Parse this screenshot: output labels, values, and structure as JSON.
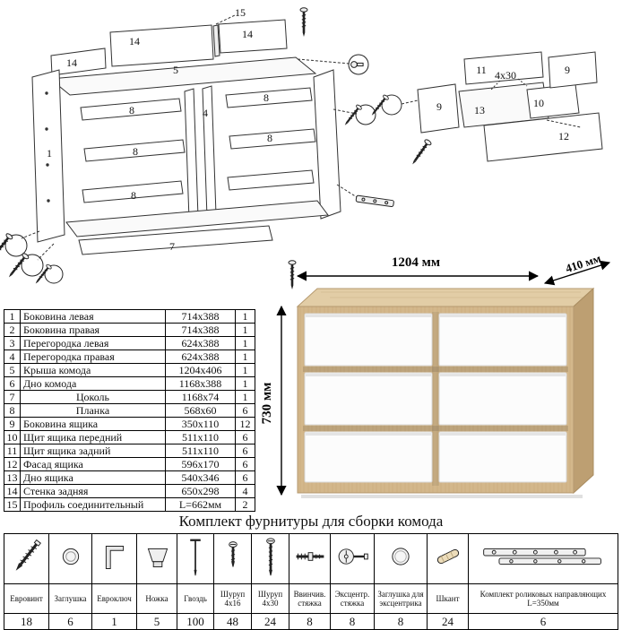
{
  "diagram": {
    "callouts": {
      "p15": "15",
      "p14a": "14",
      "p14b": "14",
      "p14c": "14",
      "p5": "5",
      "p1": "1",
      "p4": "4",
      "p8a": "8",
      "p8b": "8",
      "p8c": "8",
      "p8d": "8",
      "p8e": "8",
      "p7": "7",
      "p9a": "9",
      "p9b": "9",
      "p10": "10",
      "p11": "11",
      "p12": "12",
      "p13": "13",
      "screw_size": "4x30"
    }
  },
  "parts_table": {
    "rows": [
      {
        "num": "1",
        "name": "Боковина левая",
        "size": "714x388",
        "qty": "1"
      },
      {
        "num": "2",
        "name": "Боковина правая",
        "size": "714x388",
        "qty": "1"
      },
      {
        "num": "3",
        "name": "Перегородка левая",
        "size": "624x388",
        "qty": "1"
      },
      {
        "num": "4",
        "name": "Перегородка правая",
        "size": "624x388",
        "qty": "1"
      },
      {
        "num": "5",
        "name": "Крыша комода",
        "size": "1204x406",
        "qty": "1"
      },
      {
        "num": "6",
        "name": "Дно комода",
        "size": "1168x388",
        "qty": "1"
      },
      {
        "num": "7",
        "name": "Цоколь",
        "size": "1168x74",
        "qty": "1"
      },
      {
        "num": "8",
        "name": "Планка",
        "size": "568x60",
        "qty": "6"
      },
      {
        "num": "9",
        "name": "Боковина ящика",
        "size": "350x110",
        "qty": "12"
      },
      {
        "num": "10",
        "name": "Щит ящика передний",
        "size": "511x110",
        "qty": "6"
      },
      {
        "num": "11",
        "name": "Щит ящика задний",
        "size": "511x110",
        "qty": "6"
      },
      {
        "num": "12",
        "name": "Фасад ящика",
        "size": "596x170",
        "qty": "6"
      },
      {
        "num": "13",
        "name": "Дно ящика",
        "size": "540x346",
        "qty": "6"
      },
      {
        "num": "14",
        "name": "Стенка задняя",
        "size": "650x298",
        "qty": "4"
      },
      {
        "num": "15",
        "name": "Профиль соединительный",
        "size": "L=662мм",
        "qty": "2"
      }
    ]
  },
  "dimensions": {
    "width": "1204 мм",
    "depth": "410 мм",
    "height": "730 мм"
  },
  "colors": {
    "oak_front": "#d3b78b",
    "oak_top": "#e2cda6",
    "oak_side": "#bd9f72",
    "drawer_white": "#fcfcfc"
  },
  "hardware": {
    "title": "Комплект фурнитуры для сборки комода",
    "items": [
      {
        "name": "Евровинт",
        "qty": "18",
        "icon": "euro-screw"
      },
      {
        "name": "Заглушка",
        "qty": "6",
        "icon": "cap"
      },
      {
        "name": "Евроключ",
        "qty": "1",
        "icon": "hex-key"
      },
      {
        "name": "Ножка",
        "qty": "5",
        "icon": "leg"
      },
      {
        "name": "Гвоздь",
        "qty": "100",
        "icon": "nail"
      },
      {
        "name": "Шуруп 4x16",
        "qty": "48",
        "icon": "screw-4x16"
      },
      {
        "name": "Шуруп 4x30",
        "qty": "24",
        "icon": "screw-4x30"
      },
      {
        "name": "Ввинчив. стяжка",
        "qty": "8",
        "icon": "screw-in-connector"
      },
      {
        "name": "Эксцентр. стяжка",
        "qty": "8",
        "icon": "cam-lock"
      },
      {
        "name": "Заглушка для эксцентрика",
        "qty": "8",
        "icon": "cam-cap"
      },
      {
        "name": "Шкант",
        "qty": "24",
        "icon": "dowel"
      },
      {
        "name": "Комплект роликовых направляющих L=350мм",
        "qty": "6",
        "icon": "drawer-slide"
      }
    ]
  }
}
